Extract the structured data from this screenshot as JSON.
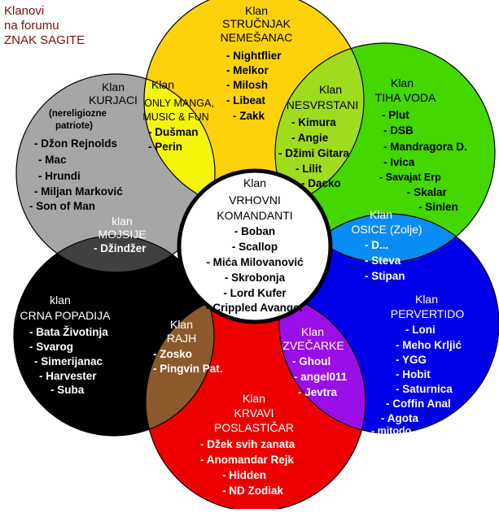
{
  "title": {
    "lines": [
      "Klanovi",
      "na forumu",
      "ZNAK SAGITE"
    ],
    "color": "#7a1010"
  },
  "colors": {
    "background": "#ffffff",
    "kurjaci": "#a6a6a6",
    "strucnjak": "#fdd20a",
    "tiha_voda": "#44d700",
    "osice": "#0a8cf5",
    "pervertido": "#0000ea",
    "zvecarke": "#9a0ee8",
    "krvavi": "#ee0000",
    "rajh": "#8b5a2b",
    "crna": "#000000",
    "mojsije": "#404040",
    "only_manga": "#f5f50a",
    "nesvrstani": "#a0dc1e",
    "center": "#ffffff",
    "outline": "#000000"
  },
  "clans": {
    "kurjaci": {
      "label": "Klan",
      "name": "KURJACI",
      "sub": [
        "(nereligiozne",
        "patriote)"
      ],
      "members": [
        "- Džon Rejnolds",
        "- Mac",
        "- Hrundi",
        "- Miljan Marković",
        "- Son of Man"
      ]
    },
    "strucnjak": {
      "label": "Klan",
      "name": [
        "STRUČNJAK",
        "NEMEŠANAC"
      ],
      "members": [
        "- Nightflier",
        "- Melkor",
        "- Milosh",
        "- Libeat",
        "- Zakk"
      ]
    },
    "only_manga": {
      "label": "Klan",
      "name": [
        "ONLY MANGA,",
        "MUSIC & FUN"
      ],
      "members": [
        "- Dušman",
        "- Perin"
      ]
    },
    "nesvrstani": {
      "label": "Klan",
      "name": "NESVRSTANI",
      "members": [
        "- Kimura",
        "- Angie",
        "- Džimi Gitara",
        "- Lilit",
        "- Dacko"
      ]
    },
    "tiha_voda": {
      "label": "Klan",
      "name": "TIHA VODA",
      "members": [
        "- Plut",
        "- DSB",
        "- Mandragora D.",
        "- Ivica",
        "- Savajat Erp",
        "- Skalar",
        "- Sinlen"
      ]
    },
    "mojsije": {
      "label": "klan",
      "name": "MOJSIJE",
      "members": [
        "- Džindžer"
      ]
    },
    "center": {
      "label": "Klan",
      "name": [
        "VRHOVNI",
        "KOMANDANTI"
      ],
      "members": [
        "- Boban",
        "- Scallop",
        "- Mića Milovanović",
        "- Skrobonja",
        "- Lord Kufer",
        "- Crippled Avanger"
      ]
    },
    "osice": {
      "label": "Klan",
      "name": "OSICE (Zolje)",
      "members": [
        "- D...",
        "- Steva",
        "- Stipan"
      ]
    },
    "crna": {
      "label": "klan",
      "name": "CRNA POPADIJA",
      "members": [
        "- Bata Životinja",
        "- Svarog",
        "- Simerijanac",
        "- Harvester",
        "- Suba"
      ]
    },
    "rajh": {
      "label": "Klan",
      "name": "RAJH",
      "members": [
        "- Zosko",
        "- Pingvin Pat."
      ]
    },
    "zvecarke": {
      "label": "Klan",
      "name": "ZVEČARKE",
      "members": [
        "- Ghoul",
        "- angel011",
        "- Jevtra"
      ]
    },
    "pervertido": {
      "label": "Klan",
      "name": "PERVERTIDO",
      "members": [
        "- Loni",
        "- Meho Krljić",
        "- YGG",
        "- Hobit",
        "- Saturnica",
        "- Coffin Anal",
        "- Agota",
        "- mitodo"
      ]
    },
    "krvavi": {
      "label": "Klan",
      "name": [
        "KRVAVI",
        "POSLASTIČAR"
      ],
      "members": [
        "- Džek svih zanata",
        "- Anomandar Rejk",
        "- Hidden",
        "- ND Zodiak"
      ]
    }
  }
}
